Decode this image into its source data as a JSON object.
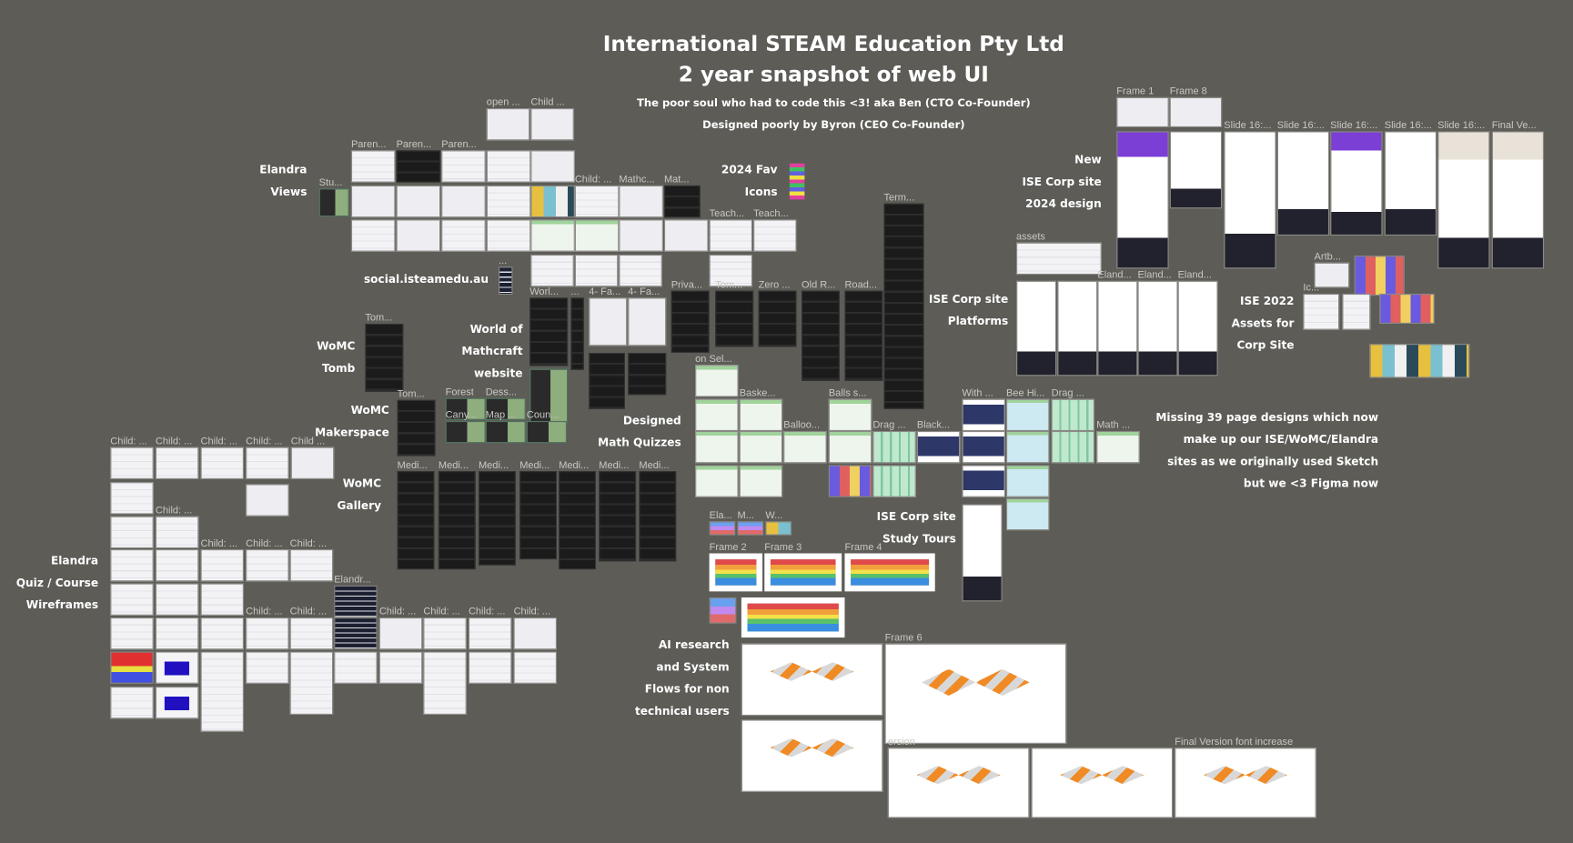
{
  "header": {
    "title": "International STEAM Education Pty Ltd",
    "subtitle": "2 year snapshot of web UI",
    "credit_cto": "The poor soul who had to code this <3! aka Ben (CTO Co-Founder)",
    "credit_ceo": "Designed poorly by Byron (CEO Co-Founder)"
  },
  "sections": [
    {
      "name": "elandra-views",
      "lines": [
        "Elandra",
        "Views"
      ]
    },
    {
      "name": "social",
      "lines": [
        "social.isteamedu.au"
      ]
    },
    {
      "name": "womc-tomb",
      "lines": [
        "WoMC",
        "Tomb"
      ]
    },
    {
      "name": "world-of-mathcraft",
      "lines": [
        "World of",
        "Mathcraft",
        "website"
      ]
    },
    {
      "name": "womc-makerspace",
      "lines": [
        "WoMC",
        "Makerspace"
      ]
    },
    {
      "name": "womc-gallery",
      "lines": [
        "WoMC",
        "Gallery"
      ]
    },
    {
      "name": "math-quizzes",
      "lines": [
        "Designed",
        "Math Quizzes"
      ]
    },
    {
      "name": "fav-icons",
      "lines": [
        "2024 Fav",
        "Icons"
      ]
    },
    {
      "name": "corp-2024",
      "lines": [
        "New",
        "ISE Corp site",
        "2024 design"
      ]
    },
    {
      "name": "corp-platforms",
      "lines": [
        "ISE Corp site",
        "Platforms"
      ]
    },
    {
      "name": "assets-2022",
      "lines": [
        "ISE 2022",
        "Assets for",
        "Corp Site"
      ]
    },
    {
      "name": "missing-note",
      "lines": [
        "Missing 39 page designs which now",
        "make up our ISE/WoMC/Elandra",
        "sites as we originally used Sketch",
        "but we <3 Figma  now"
      ]
    },
    {
      "name": "study-tours",
      "lines": [
        "ISE Corp site",
        "Study Tours"
      ]
    },
    {
      "name": "quiz-wireframes",
      "lines": [
        "Elandra",
        "Quiz / Course",
        "Wireframes"
      ]
    },
    {
      "name": "ai-flows",
      "lines": [
        "AI research",
        "and System",
        "Flows for non",
        "technical users"
      ]
    }
  ],
  "frame_labels": [
    "open ...",
    "Child ...",
    "Paren...",
    "Paren...",
    "Paren...",
    "Stu...",
    "Child: ...",
    "Mathc...",
    "Mat...",
    "Teach...",
    "Teach...",
    "...",
    "Tom...",
    "Tom...",
    "Worl...",
    "...",
    "4- Fa...",
    "4- Fa...",
    "Forest",
    "Dess...",
    "Cany...",
    "Map ...",
    "Coun...",
    "Priva...",
    "Tom...",
    "Zero ...",
    "Old R...",
    "Road...",
    "Term...",
    "Medi...",
    "Medi...",
    "Medi...",
    "Medi...",
    "Medi...",
    "Medi...",
    "Medi...",
    "on Sel...",
    "Baske...",
    "Balls s...",
    "Balloo...",
    "Drag ...",
    "Black...",
    "With ...",
    "Bee Hi...",
    "Drag ...",
    "Math ...",
    "Ela...",
    "M...",
    "W...",
    "Frame 2",
    "Frame 3",
    "Frame 4",
    "Frame 6",
    "ersion",
    "Final Version font increase",
    "Child: ...",
    "Child: ...",
    "Child: ...",
    "Child: ...",
    "Child ...",
    "Child: ...",
    "Child: ...",
    "Child: ...",
    "Child: ...",
    "Elandr...",
    "Child: ...",
    "Child: ...",
    "Child: ...",
    "Child: ...",
    "Child: ...",
    "Child: ...",
    "Frame 1",
    "Frame 8",
    "Slide 16:...",
    "Slide 16:...",
    "Slide 16:...",
    "Slide 16:...",
    "Slide 16:...",
    "Final Ve...",
    "assets",
    "Eland...",
    "Eland...",
    "Eland...",
    "Artb...",
    "Ic..."
  ],
  "colors": {
    "canvas": "#5d5c57",
    "label": "#c9c8c3",
    "heading": "#ffffff"
  }
}
